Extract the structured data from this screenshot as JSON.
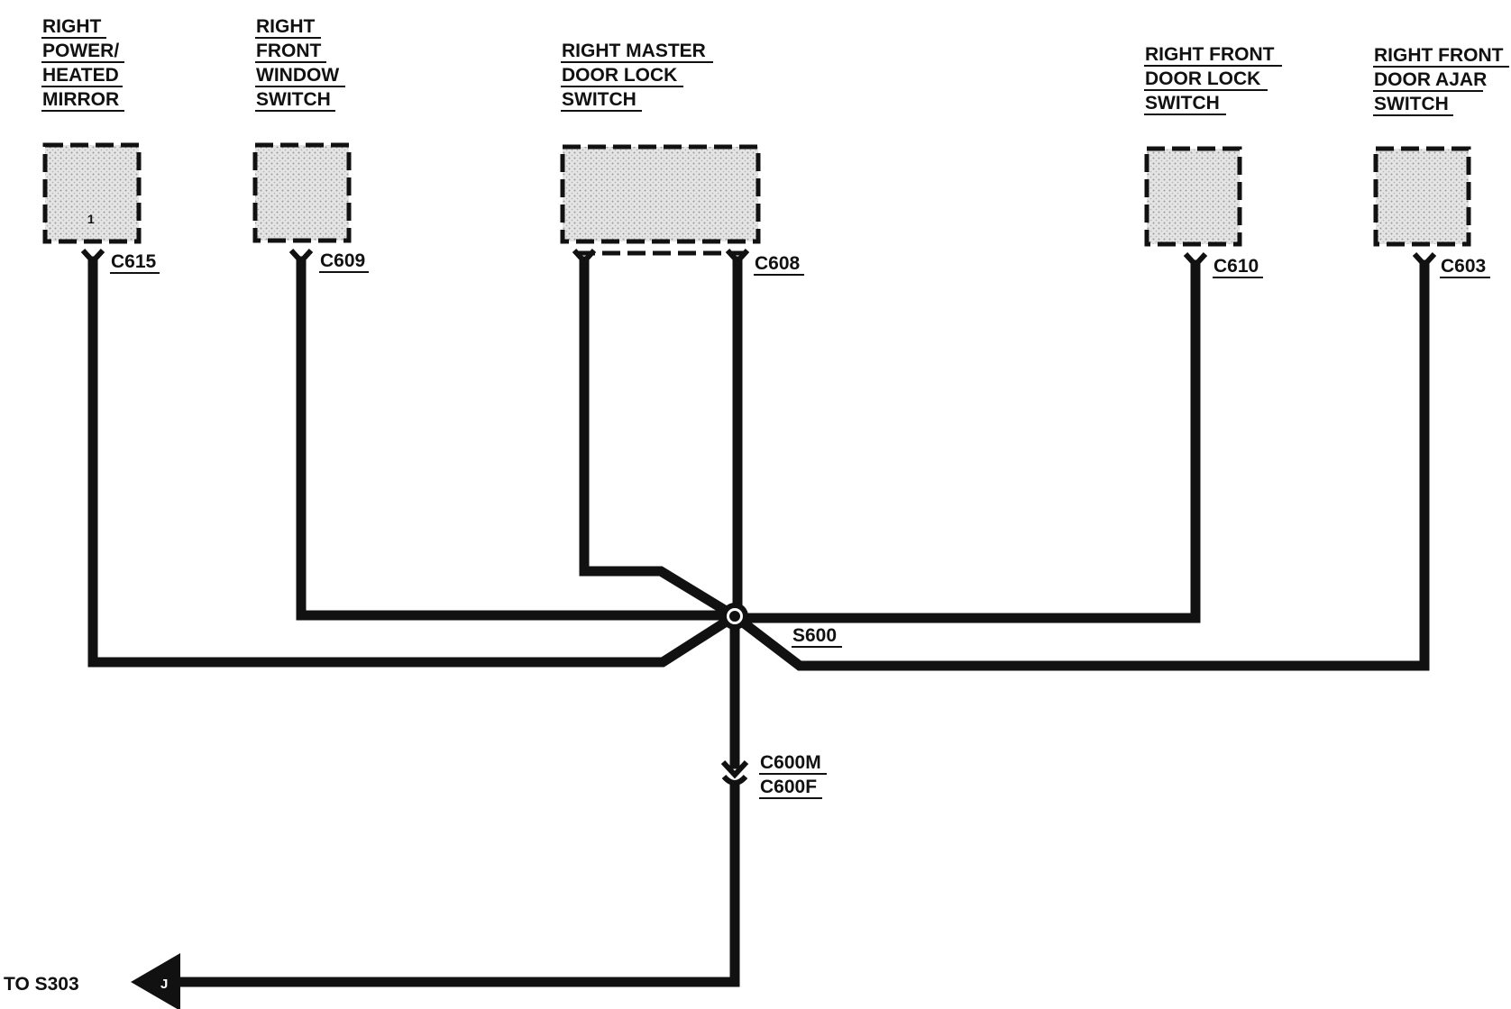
{
  "components": {
    "mirror": [
      "RIGHT",
      "POWER/",
      "HEATED",
      "MIRROR"
    ],
    "window_switch": [
      "RIGHT",
      "FRONT",
      "WINDOW",
      "SWITCH"
    ],
    "master_lock": [
      "RIGHT MASTER",
      "DOOR LOCK",
      "SWITCH"
    ],
    "door_lock": [
      "RIGHT FRONT",
      "DOOR LOCK",
      "SWITCH"
    ],
    "door_ajar": [
      "RIGHT FRONT",
      "DOOR AJAR",
      "SWITCH"
    ]
  },
  "connectors": {
    "mirror": "C615",
    "window_switch": "C609",
    "master_lock": "C608",
    "door_lock": "C610",
    "door_ajar": "C603",
    "inline_male": "C600M",
    "inline_female": "C600F"
  },
  "pins": {
    "mirror": "1",
    "ground_arrow": "J"
  },
  "splice": "S600",
  "destination": "TO S303",
  "colors": {
    "wire": "#111111",
    "component_fill": "#d9d9d9"
  }
}
